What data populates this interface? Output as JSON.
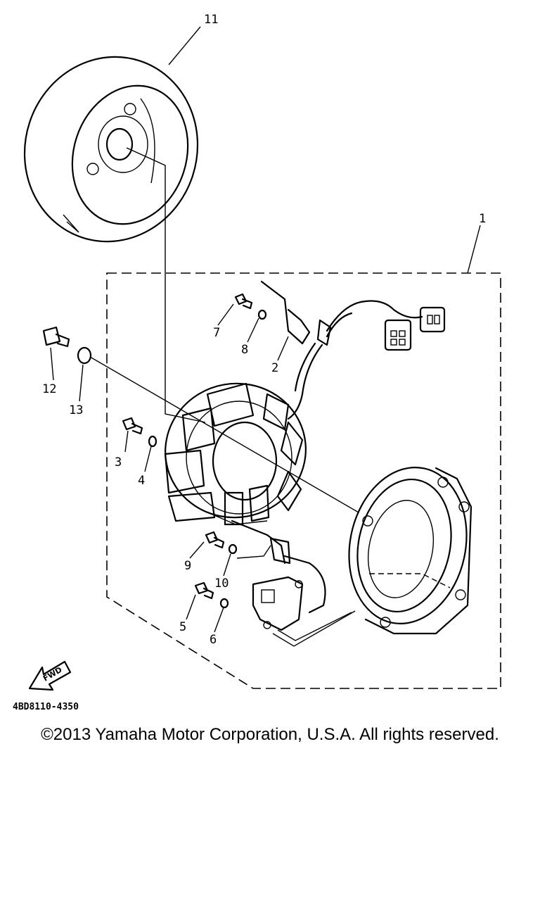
{
  "callouts": {
    "c1": "1",
    "c2": "2",
    "c3": "3",
    "c4": "4",
    "c5": "5",
    "c6": "6",
    "c7": "7",
    "c8": "8",
    "c9": "9",
    "c10": "10",
    "c11": "11",
    "c12": "12",
    "c13": "13"
  },
  "fwd_label": "FWD",
  "diagram_code": "4BD8110-4350",
  "copyright": "©2013 Yamaha Motor Corporation, U.S.A. All rights reserved."
}
